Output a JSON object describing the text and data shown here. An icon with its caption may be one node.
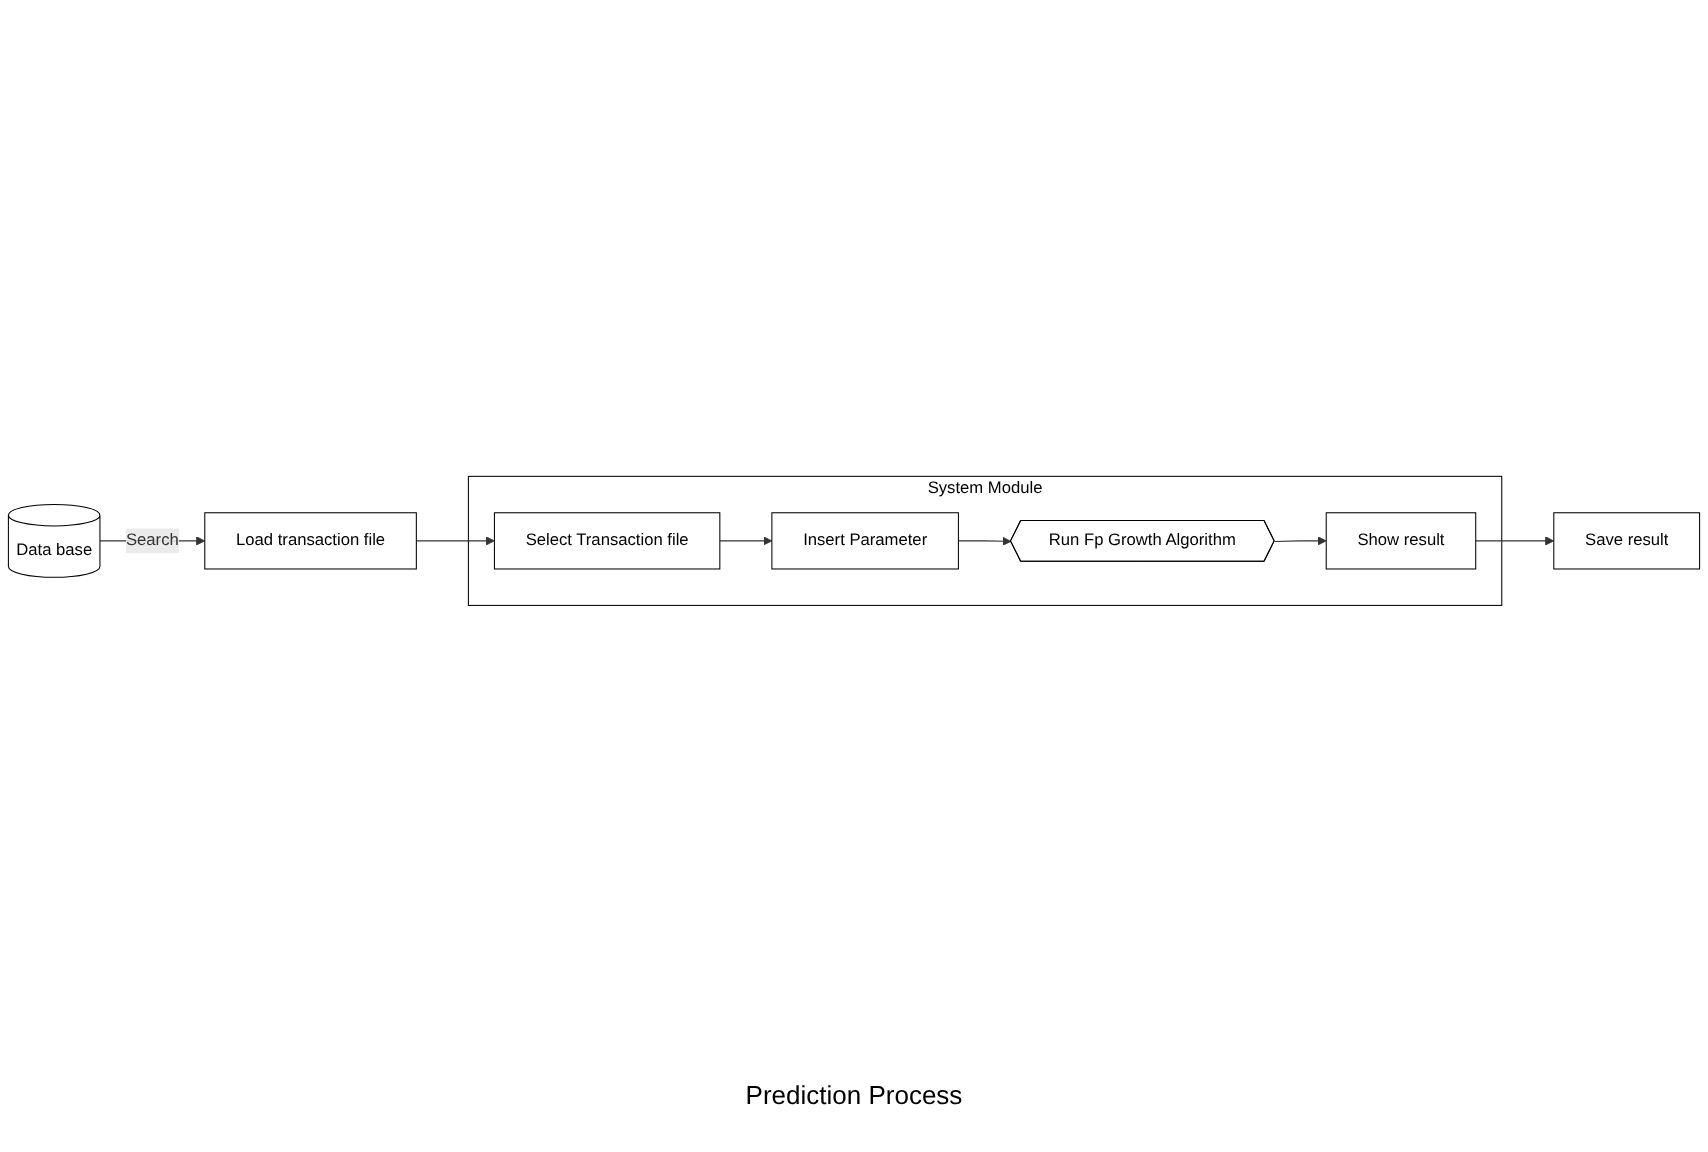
{
  "diagram": {
    "caption": "Prediction Process",
    "nodes": [
      {
        "text": [
          "Data base"
        ]
      },
      {
        "text": [
          "Load transaction file"
        ]
      },
      {
        "text": [
          "System Module"
        ]
      },
      {
        "text": [
          "Select Transaction file"
        ],
        "in": 2
      },
      {
        "text": [
          "Insert Parameter"
        ],
        "in": 2
      },
      {
        "text": [
          "Run Fp Growth Algorithm"
        ],
        "in": 2
      },
      {
        "text": [
          "Show result"
        ],
        "in": 2
      },
      {
        "text": [
          "Save result"
        ]
      }
    ],
    "edges": [
      {
        "from": 0,
        "to": 1,
        "arrow": "to",
        "label": "Search"
      },
      {
        "from": 1,
        "to": 3,
        "arrow": "to"
      },
      {
        "from": 3,
        "to": 4,
        "arrow": "to"
      },
      {
        "from": 4,
        "to": 5,
        "arrow": "to"
      },
      {
        "from": 5,
        "to": 6,
        "arrow": "to"
      },
      {
        "from": 6,
        "to": 7,
        "arrow": "to"
      }
    ]
  }
}
